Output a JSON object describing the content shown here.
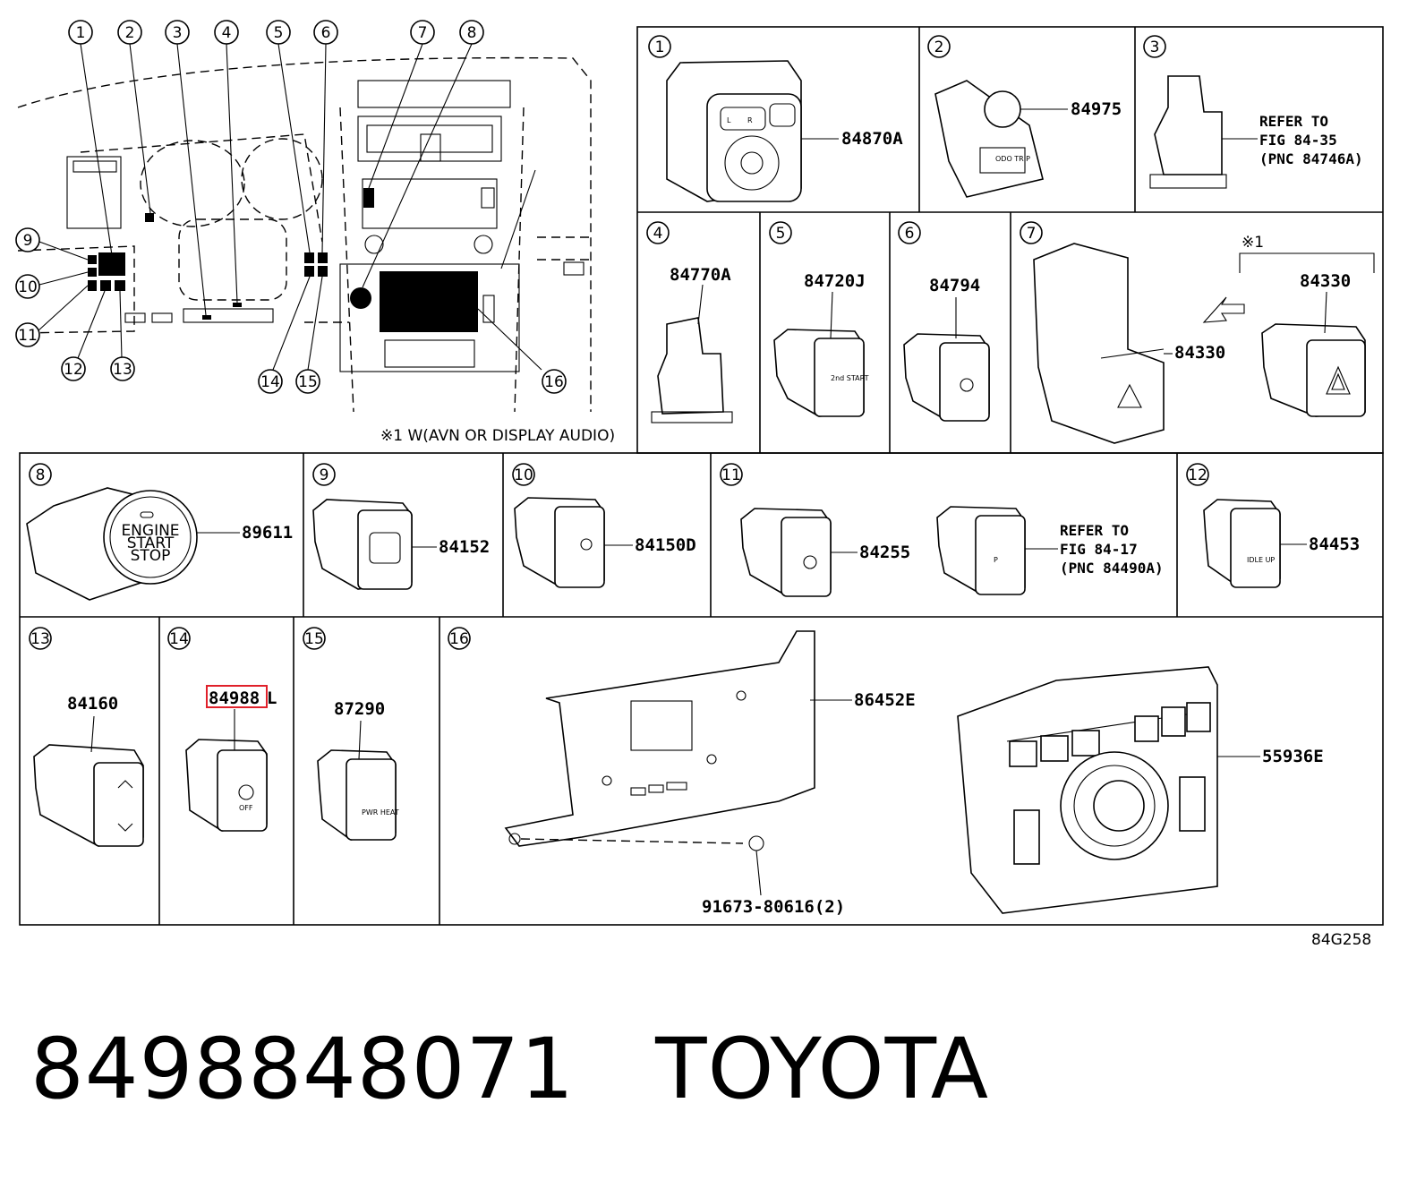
{
  "overview": {
    "callouts": [
      "1",
      "2",
      "3",
      "4",
      "5",
      "6",
      "7",
      "8",
      "9",
      "10",
      "11",
      "12",
      "13",
      "14",
      "15",
      "16"
    ],
    "note": "※1 W(AVN OR DISPLAY AUDIO)"
  },
  "panels": {
    "p1": {
      "num": "1",
      "part": "84870A"
    },
    "p2": {
      "num": "2",
      "part": "84975",
      "switch_text": "ODO TRIP"
    },
    "p3": {
      "num": "3",
      "refer1": "REFER TO",
      "refer2": "FIG 84-35",
      "refer3": "(PNC 84746A)"
    },
    "p4": {
      "num": "4",
      "part": "84770A"
    },
    "p5": {
      "num": "5",
      "part": "84720J",
      "switch_text": "2nd START"
    },
    "p6": {
      "num": "6",
      "part": "84794"
    },
    "p7": {
      "num": "7",
      "part_a": "84330",
      "part_b": "84330",
      "note_mark": "※1"
    },
    "p8": {
      "num": "8",
      "part": "89611",
      "btn1": "ENGINE",
      "btn2": "START",
      "btn3": "STOP"
    },
    "p9": {
      "num": "9",
      "part": "84152"
    },
    "p10": {
      "num": "10",
      "part": "84150D"
    },
    "p11": {
      "num": "11",
      "part": "84255",
      "refer1": "REFER TO",
      "refer2": "FIG 84-17",
      "refer3": "(PNC 84490A)"
    },
    "p12": {
      "num": "12",
      "part": "84453",
      "switch_text": "IDLE UP"
    },
    "p13": {
      "num": "13",
      "part": "84160"
    },
    "p14": {
      "num": "14",
      "part_highlight": "84988",
      "part_suffix": "L",
      "switch_text": "OFF"
    },
    "p15": {
      "num": "15",
      "part": "87290",
      "switch_text": "PWR HEAT"
    },
    "p16": {
      "num": "16",
      "part_a": "86452E",
      "part_b": "55936E",
      "bolt": "91673-80616(2)"
    }
  },
  "diagram_code": "84G258",
  "footer": {
    "part_number": "8498848071",
    "brand": "TOYOTA"
  },
  "colors": {
    "line": "#000000",
    "highlight_box": "#e0202a",
    "fill_dark": "#000000"
  }
}
